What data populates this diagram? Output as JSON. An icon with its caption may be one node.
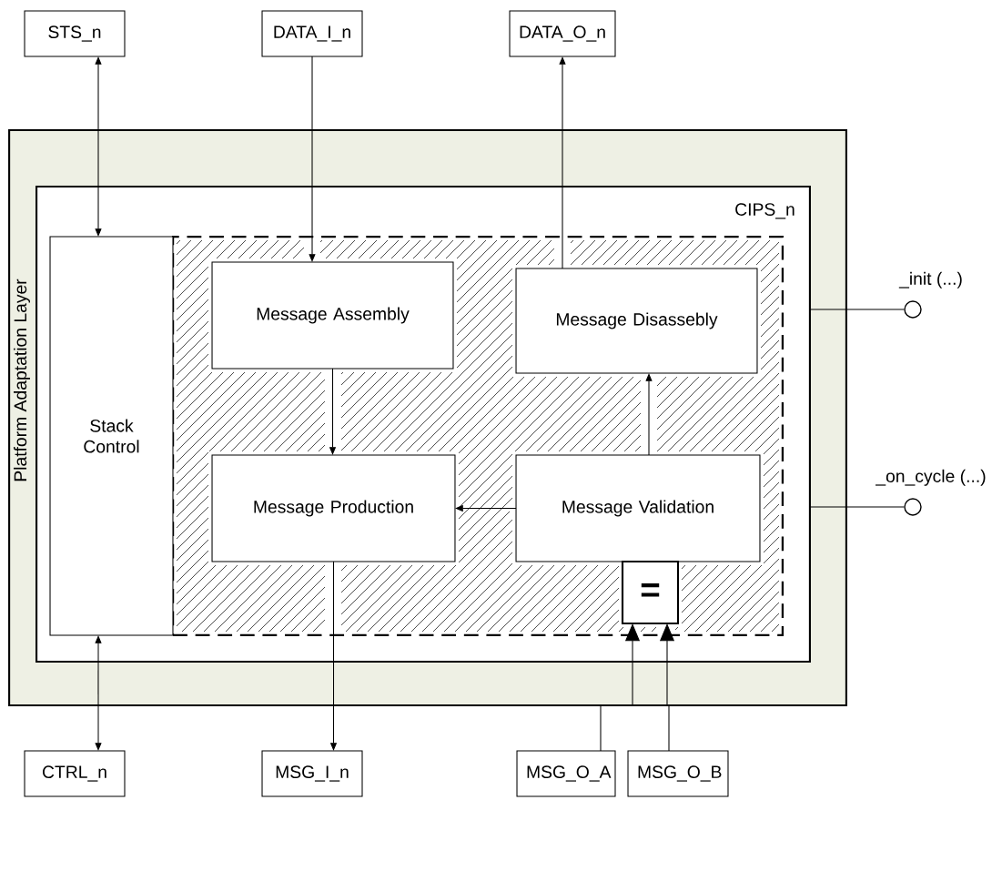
{
  "diagram": {
    "nodes": [
      {
        "text": [
          "STS_n"
        ]
      },
      {
        "text": [
          "DATA_I_n"
        ]
      },
      {
        "text": [
          "DATA_O_n"
        ]
      },
      {
        "text": [
          "Platform Adaptation Layer"
        ]
      },
      {
        "text": [
          "CIPS_n"
        ],
        "in": 3
      },
      {
        "text": [],
        "shape": "box",
        "in": 4
      },
      {
        "text": [
          "Stack Control"
        ],
        "in": 4
      },
      {
        "text": [
          "Message Assembly"
        ],
        "in": 5
      },
      {
        "text": [
          "Message Disassebly"
        ],
        "in": 5
      },
      {
        "text": [
          "Message Production"
        ],
        "in": 5
      },
      {
        "text": [
          "Message Validation"
        ],
        "in": 5
      },
      {
        "text": [
          "="
        ],
        "in": 5
      },
      {
        "text": [],
        "shape": "circle",
        "beside": [
          "_init (...)"
        ]
      },
      {
        "text": [],
        "shape": "circle",
        "beside": [
          "_on_cycle (...)"
        ]
      },
      {
        "text": [
          "CTRL_n"
        ]
      },
      {
        "text": [
          "MSG_I_n"
        ]
      },
      {
        "text": [
          "MSG_O_A"
        ]
      },
      {
        "text": [
          "MSG_O_B"
        ]
      }
    ],
    "edges": [
      {
        "from": 0,
        "to": 6,
        "arrow": "both"
      },
      {
        "from": 1,
        "to": 7,
        "arrow": "to"
      },
      {
        "from": 8,
        "to": 2,
        "arrow": "to"
      },
      {
        "from": 7,
        "to": 9,
        "arrow": "to"
      },
      {
        "from": 10,
        "to": 8,
        "arrow": "to"
      },
      {
        "from": 10,
        "to": 9,
        "arrow": "to"
      },
      {
        "from": 9,
        "to": 15,
        "arrow": "to"
      },
      {
        "from": 6,
        "to": 14,
        "arrow": "both"
      },
      {
        "from": 16,
        "to": 11,
        "arrow": "to"
      },
      {
        "from": 17,
        "to": 11,
        "arrow": "to"
      },
      {
        "from": 4,
        "to": 12,
        "arrow": "none"
      },
      {
        "from": 4,
        "to": 13,
        "arrow": "none"
      }
    ]
  }
}
